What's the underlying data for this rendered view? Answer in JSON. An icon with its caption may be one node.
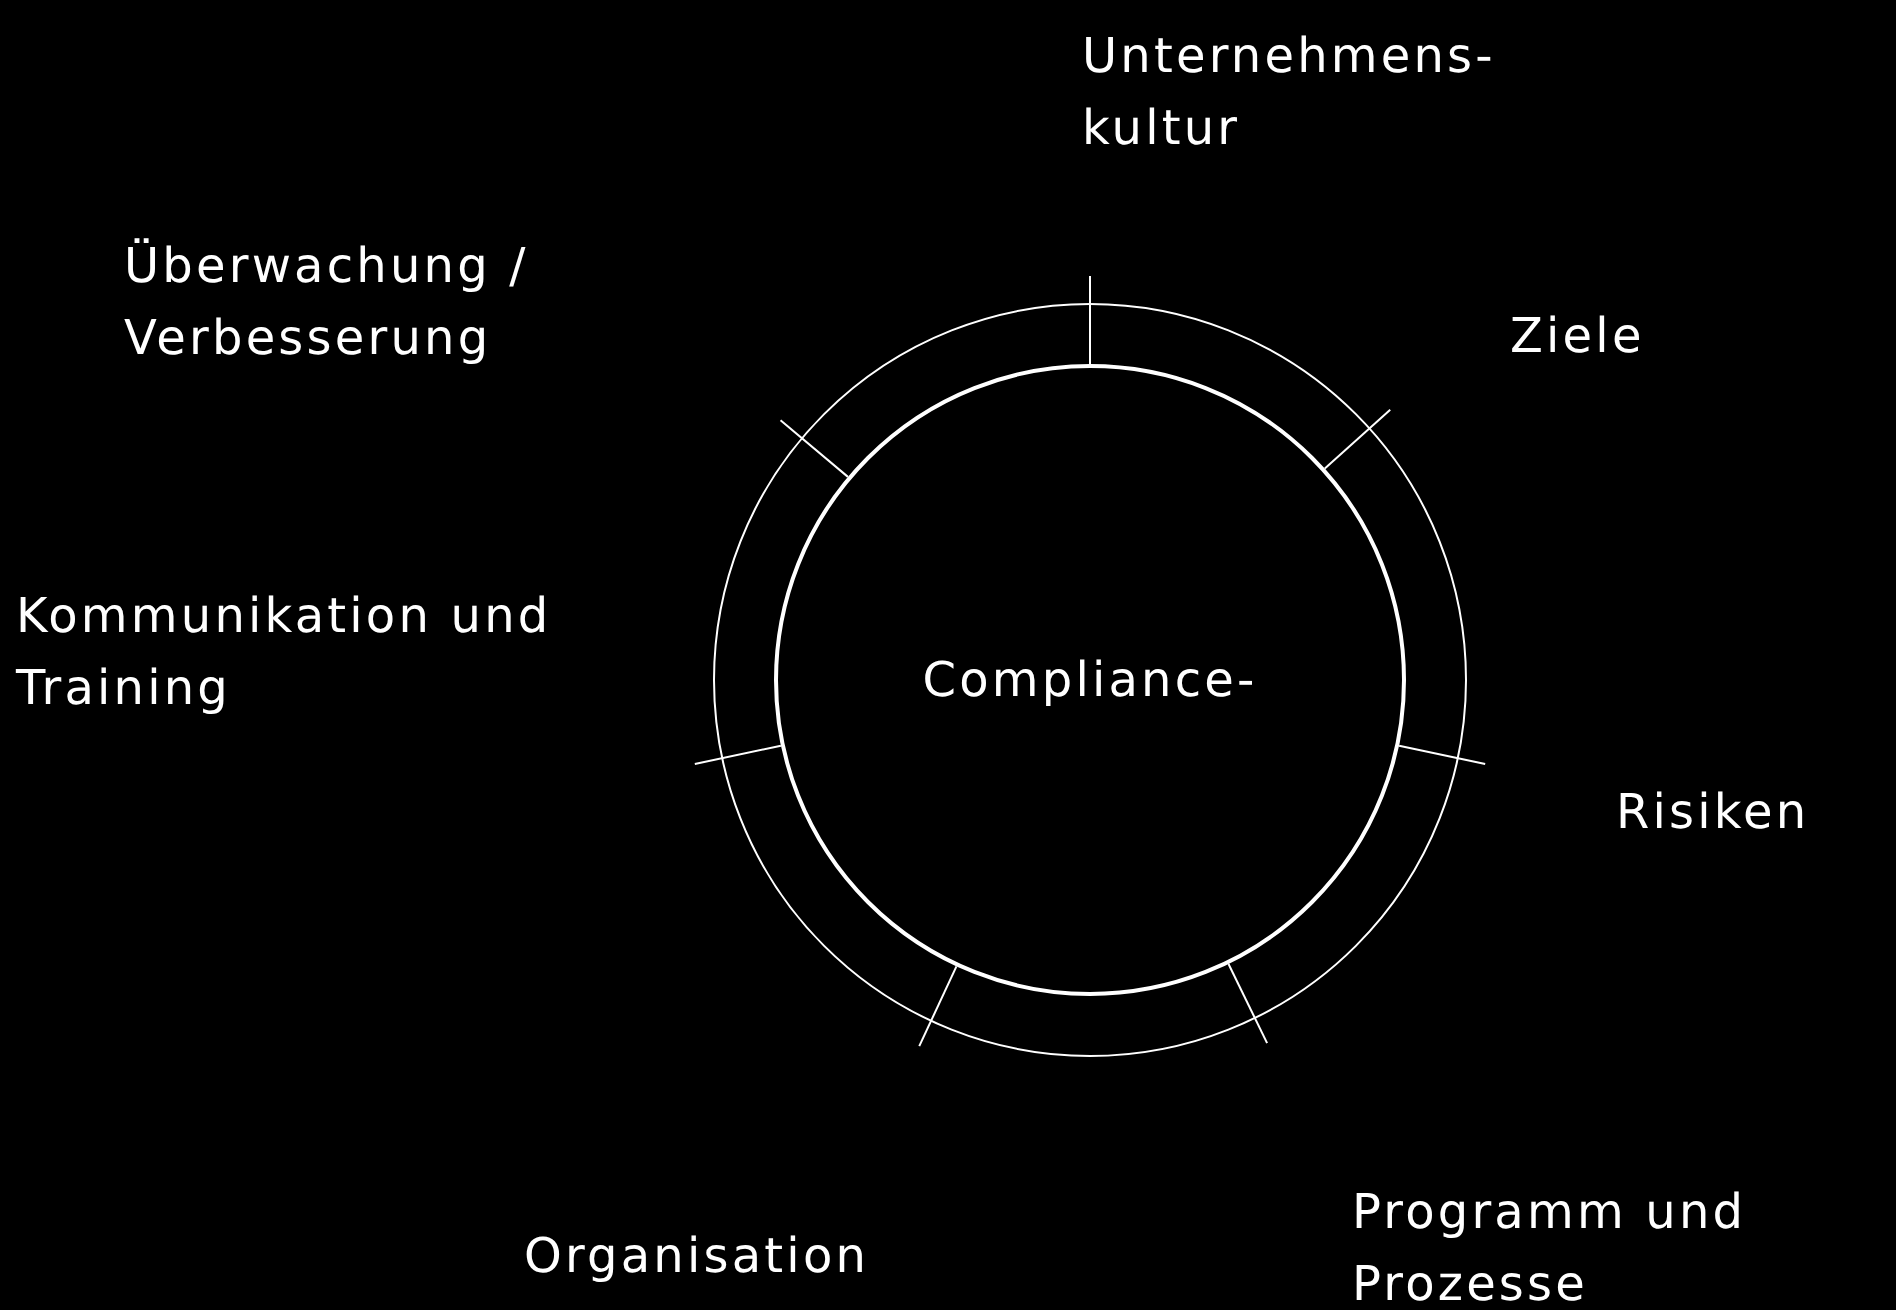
{
  "diagram": {
    "nodes": [
      {
        "text": [
          "Compliance-"
        ]
      }
    ],
    "labels": [
      "Unternehmens- kultur",
      "Überwachung / Verbesserung",
      "Ziele",
      "Kommunikation und Training",
      "Risiken",
      "Programm und Prozesse",
      "Organisation"
    ]
  }
}
